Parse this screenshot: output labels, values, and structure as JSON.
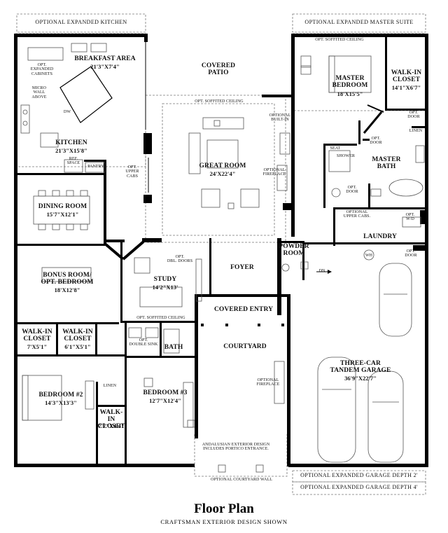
{
  "title": "Floor Plan",
  "subtitle": "CRAFTSMAN EXTERIOR DESIGN SHOWN",
  "banners": {
    "kitchen": "OPTIONAL EXPANDED KITCHEN",
    "master": "OPTIONAL EXPANDED MASTER SUITE",
    "garage2": "OPTIONAL EXPANDED GARAGE DEPTH 2'",
    "garage4": "OPTIONAL EXPANDED GARAGE DEPTH 4'"
  },
  "rooms": {
    "breakfast": {
      "name": "BREAKFAST AREA",
      "dim": "21'3\"X7'4\""
    },
    "patio": {
      "name": "COVERED\nPATIO"
    },
    "master_bedroom": {
      "name": "MASTER\nBEDROOM",
      "dim": "18'X15'5\""
    },
    "walkin_master": {
      "name": "WALK-IN\nCLOSET",
      "dim": "14'1\"X6'7\""
    },
    "kitchen": {
      "name": "KITCHEN",
      "dim": "21'3\"X15'8\""
    },
    "great_room": {
      "name": "GREAT ROOM",
      "dim": "24'X22'4\""
    },
    "master_bath": {
      "name": "MASTER\nBATH"
    },
    "dining": {
      "name": "DINING ROOM",
      "dim": "15'7\"X12'1\""
    },
    "laundry": {
      "name": "LAUNDRY"
    },
    "powder": {
      "name": "POWDER\nROOM"
    },
    "bonus": {
      "name": "BONUS ROOM/\nOPT. BEDROOM",
      "dim": "18'X12'8\""
    },
    "study": {
      "name": "STUDY",
      "dim": "14'2\"X13'"
    },
    "foyer": {
      "name": "FOYER"
    },
    "covered_entry": {
      "name": "COVERED ENTRY"
    },
    "walkin1": {
      "name": "WALK-IN\nCLOSET",
      "dim": "7'X5'1\""
    },
    "walkin2": {
      "name": "WALK-IN\nCLOSET",
      "dim": "6'1\"X5'1\""
    },
    "bath": {
      "name": "BATH"
    },
    "courtyard": {
      "name": "COURTYARD"
    },
    "bedroom2": {
      "name": "BEDROOM #2",
      "dim": "14'3\"X13'3\""
    },
    "bedroom3": {
      "name": "BEDROOM #3",
      "dim": "12'7\"X12'4\""
    },
    "walkin3": {
      "name": "WALK-IN\nCLOSET",
      "dim": "7'7\"X4'4\""
    },
    "garage": {
      "name": "THREE-CAR\nTANDEM GARAGE",
      "dim": "36'9\"X22'7\""
    }
  },
  "notes": {
    "opt_expanded_cabinets": "OPT.\nEXPANDED\nCABINETS",
    "micro_wall": "MICRO\nWALL\nABOVE",
    "dw": "DW",
    "ref_space": "REF.\nSPACE",
    "pantry": "PANTRY",
    "opt_upper_cabs": "OPT.\nUPPER\nCABS",
    "opt_soffited_top": "OPT. SOFFITED CEILING",
    "opt_soffited_great": "OPT. SOFFITED CEILING",
    "optional_builtin": "OPTIONAL\nBUILT-IN",
    "optional_fireplace_great": "OPTIONAL\nFIREPLACE",
    "seat": "SEAT",
    "shower": "SHOWER",
    "opt_door_closet": "OPT.\nDOOR",
    "linen_master": "LINEN",
    "opt_door_bath": "OPT.\nDOOR",
    "opt_door_wc": "OPT.\nDOOR",
    "optional_upper_cabs_laundry": "OPTIONAL\nUPPER CABS.",
    "opt_wd": "OPT.\nW/D",
    "wh": "WH",
    "opt_door_garage": "OPT.\nDOOR",
    "dn": "DN",
    "opt_dbl_doors": "OPT.\nDBL. DOORS",
    "opt_soffited_study": "OPT. SOFFITED CEILING",
    "opt_double_sink": "OPT.\nDOUBLE SINK",
    "optional_fireplace_courtyard": "OPTIONAL\nFIREPLACE",
    "linen_bed": "LINEN",
    "andalusian": "ANDALUSIAN EXTERIOR DESIGN\nINCLUDES PORTICO ENTRANCE.",
    "optional_courtyard_wall": "OPTIONAL COURTYARD WALL"
  }
}
